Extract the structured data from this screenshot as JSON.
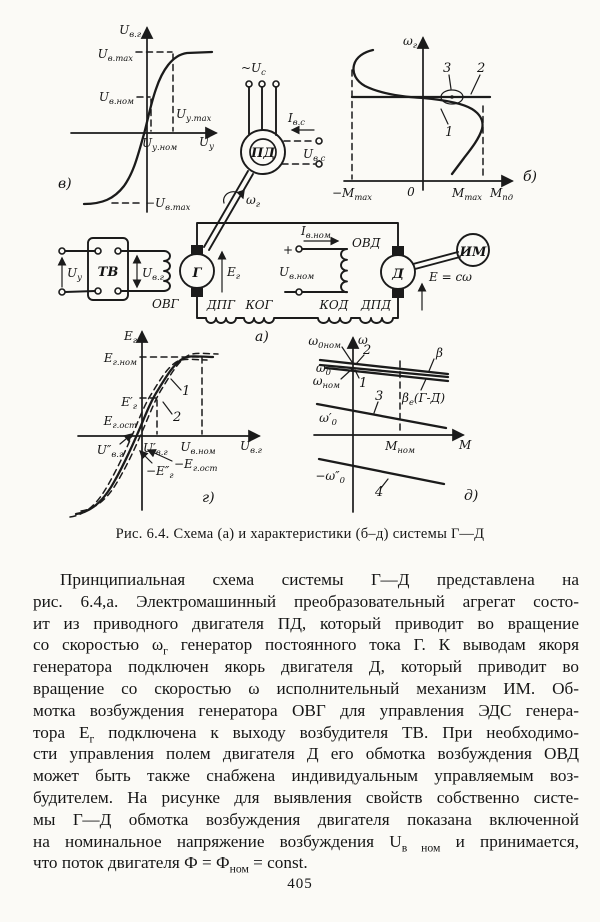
{
  "page": {
    "number": "405"
  },
  "caption": "Рис. 6.4. Схема (а) и характеристики (б–д) системы Г—Д",
  "body": {
    "lines": [
      "Принципиальная схема системы Г—Д представлена на",
      "рис. 6.4,а. Электромашинный преобразовательный агрегат состо-",
      "ит из приводного двигателя ПД, который приводит во вращение",
      "со скоростью ω_{г} генератор постоянного тока Г. К выводам якоря",
      "генератора подключен якорь двигателя Д, который приводит во",
      "вращение со скоростью ω исполнительный механизм ИМ. Об-",
      "мотка возбуждения генератора ОВГ для управления ЭДС генера-",
      "тора Е_{г} подключена к выходу возбудителя ТВ. При необходимо-",
      "сти управления полем двигателя Д его обмотка возбуждения ОВД",
      "может быть также снабжена индивидуальным управляемым воз-",
      "будителем. На рисунке для выявления свойств собственно систе-",
      "мы Г—Д обмотка возбуждения двигателя показана включенной",
      "на номинальное напряжение возбуждения U_{в ном} и принимается,",
      "что поток двигателя Ф = Ф_{ном} = const."
    ]
  },
  "figure": {
    "v": {
      "panel": "в)",
      "y_axis": "U_{в.г}",
      "x_axis": "U_{у}",
      "y_max": "U_{в.max}",
      "y_nom": "U_{в.ном}",
      "x_nom": "U_{у.ном}",
      "x_max": "U_{у.max}",
      "y_neg_max": "−U_{в.max}"
    },
    "pd": {
      "supply": "~U_{с}",
      "machine": "ПД",
      "current": "I_{в.с}",
      "voltage": "U_{в.с}",
      "speed": "ω_{г}"
    },
    "b": {
      "panel": "б)",
      "y_axis": "ω_{г}",
      "x_neg_max": "−М_{max}",
      "zero": "0",
      "x_max": "М_{max}",
      "x_axis": "М_{пд}",
      "c1": "1",
      "c2": "2",
      "c3": "3"
    },
    "a": {
      "panel": "а)",
      "u_y": "U_{у}",
      "tv": "ТВ",
      "u_vg": "U_{в.г}",
      "ovg": "ОВГ",
      "gen": "Г",
      "eg": "Е_{г}",
      "dpg": "ДПГ",
      "kog": "КОГ",
      "i_vnom": "I_{в.ном}",
      "plus": "+",
      "ovd": "ОВД",
      "u_vnom": "U_{в.ном}",
      "kod": "КОД",
      "dpd": "ДПД",
      "motor": "Д",
      "emf": "Е = сω",
      "im": "ИМ"
    },
    "g": {
      "panel": "г)",
      "y_axis": "Е_{г}",
      "x_axis": "U_{в.г}",
      "eg_nom": "Е_{г.ном}",
      "eg_1": "Е′_{г}",
      "eg_ost": "Е_{г.ост}",
      "u_2": "U″_{в.г}",
      "u_1": "U′_{в.г}",
      "u_nom": "U_{в.ном}",
      "eg_2_neg": "−Е″_{г}",
      "eg_ost_neg": "−Е_{г.ост}",
      "c1": "1",
      "c2": "2"
    },
    "d": {
      "panel": "д)",
      "y_axis": "ω",
      "x_axis": "М",
      "w0nom": "ω_{0ном}",
      "w0": "ω_{0}",
      "wnom": "ω_{ном}",
      "w0_1": "ω′_{0}",
      "w0_2_neg": "−ω″_{0}",
      "m_nom": "М_{ном}",
      "beta": "β",
      "beta_gd": "β_{е}(Г-Д)",
      "c1": "1",
      "c2": "2",
      "c3": "3",
      "c4": "4"
    }
  }
}
